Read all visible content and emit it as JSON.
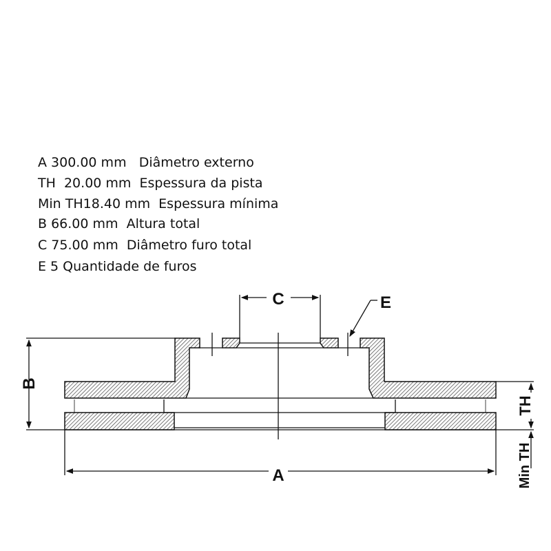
{
  "specs": [
    "A 300.00 mm   Diâmetro externo",
    "TH  20.00 mm  Espessura da pista",
    "Min TH18.40 mm  Espessura mínima",
    "B 66.00 mm  Altura total",
    "C 75.00 mm  Diâmetro furo total",
    "E 5 Quantidade de furos"
  ],
  "labels": {
    "a": "A",
    "b": "B",
    "c": "C",
    "e": "E",
    "th": "TH",
    "min_th": "Min TH"
  },
  "colors": {
    "line": "#111111",
    "hatch": "#333333"
  }
}
